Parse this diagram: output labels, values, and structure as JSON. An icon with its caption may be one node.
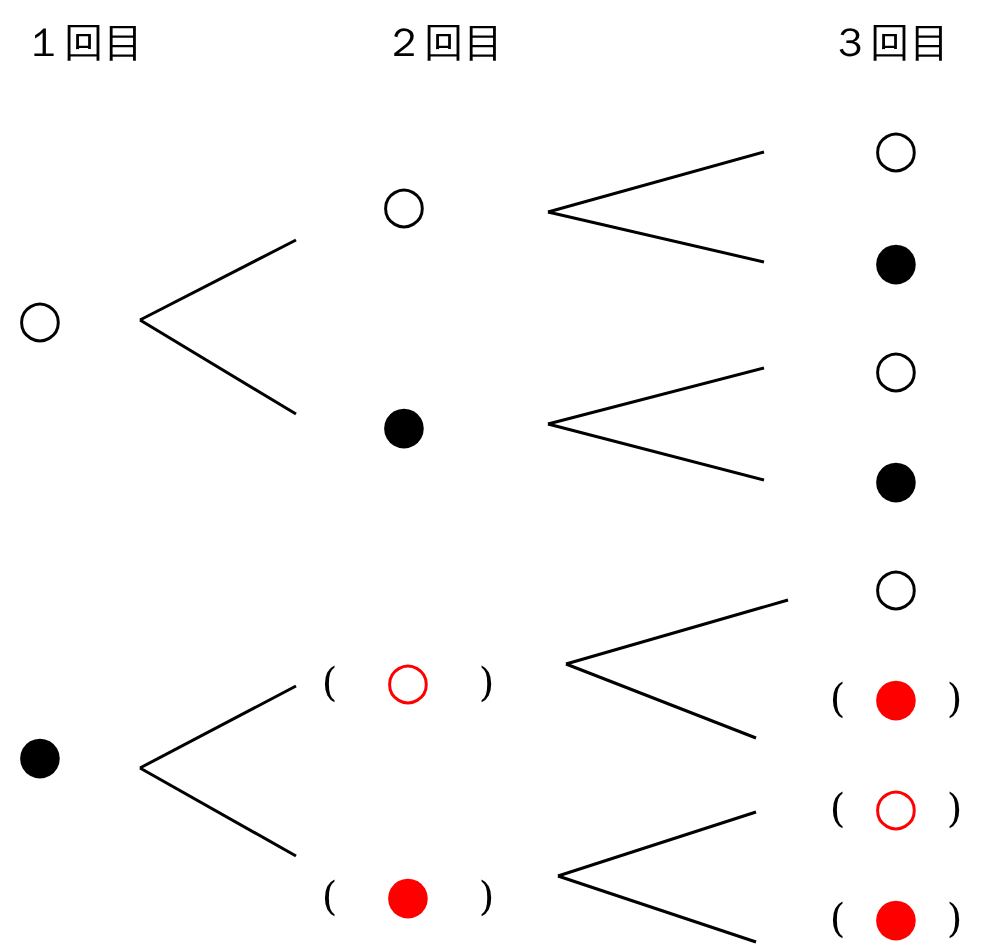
{
  "diagram": {
    "nodes": [
      {
        "text": [
          "○"
        ]
      },
      {
        "text": [
          "○"
        ]
      },
      {
        "text": [
          "●"
        ]
      },
      {
        "text": [
          "○"
        ]
      },
      {
        "text": [
          "●"
        ]
      },
      {
        "text": [
          "○"
        ]
      },
      {
        "text": [
          "●"
        ]
      },
      {
        "text": [
          "●"
        ]
      },
      {
        "text": [
          "(",
          "○",
          ")"
        ]
      },
      {
        "text": [
          "(",
          "●",
          ")"
        ]
      },
      {
        "text": [
          "○"
        ]
      },
      {
        "text": [
          "(",
          "●",
          ")"
        ]
      },
      {
        "text": [
          "(",
          "○",
          ")"
        ]
      },
      {
        "text": [
          "(",
          "●",
          ")"
        ]
      }
    ],
    "edges": [
      {
        "from": 0,
        "to": 1,
        "arrow": "none"
      },
      {
        "from": 0,
        "to": 2,
        "arrow": "none"
      },
      {
        "from": 1,
        "to": 3,
        "arrow": "none"
      },
      {
        "from": 1,
        "to": 4,
        "arrow": "none"
      },
      {
        "from": 2,
        "to": 5,
        "arrow": "none"
      },
      {
        "from": 2,
        "to": 6,
        "arrow": "none"
      },
      {
        "from": 7,
        "to": 8,
        "arrow": "none"
      },
      {
        "from": 7,
        "to": 9,
        "arrow": "none"
      },
      {
        "from": 8,
        "to": 10,
        "arrow": "none"
      },
      {
        "from": 8,
        "to": 11,
        "arrow": "none"
      },
      {
        "from": 9,
        "to": 12,
        "arrow": "none"
      },
      {
        "from": 9,
        "to": 13,
        "arrow": "none"
      }
    ],
    "labels": [
      "１回目",
      "２回目",
      "３回目"
    ]
  }
}
